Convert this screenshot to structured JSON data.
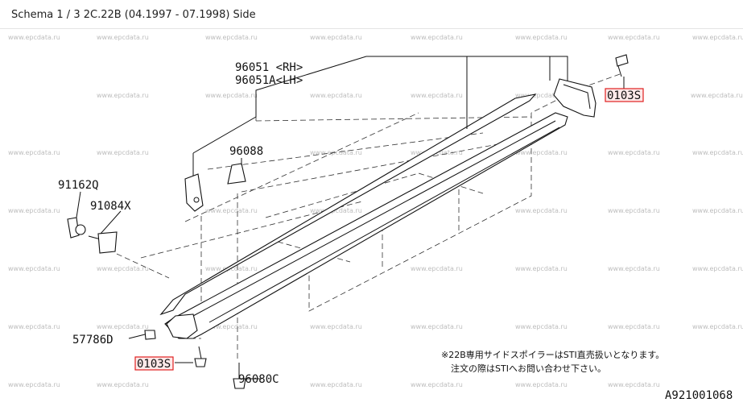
{
  "title": "Schema 1 / 3 2C.22B (04.1997 - 07.1998) Side",
  "watermark": "www.epcdata.ru",
  "labels": {
    "p96051": "96051 <RH>",
    "p96051a": "96051A<LH>",
    "p96088": "96088",
    "p91162q": "91162Q",
    "p91084x": "91084X",
    "p57786d": "57786D",
    "p0103s_top": "0103S",
    "p0103s_bottom": "0103S",
    "p96080c": "96080C"
  },
  "note_line1": "※22B専用サイドスポイラーはSTI直売扱いとなります。",
  "note_line2": "注文の際はSTIへお問い合わせ下さい。",
  "diagram_code": "A921001068",
  "colors": {
    "highlight": "#e02020",
    "highlight_fill": "#fde9e9"
  }
}
